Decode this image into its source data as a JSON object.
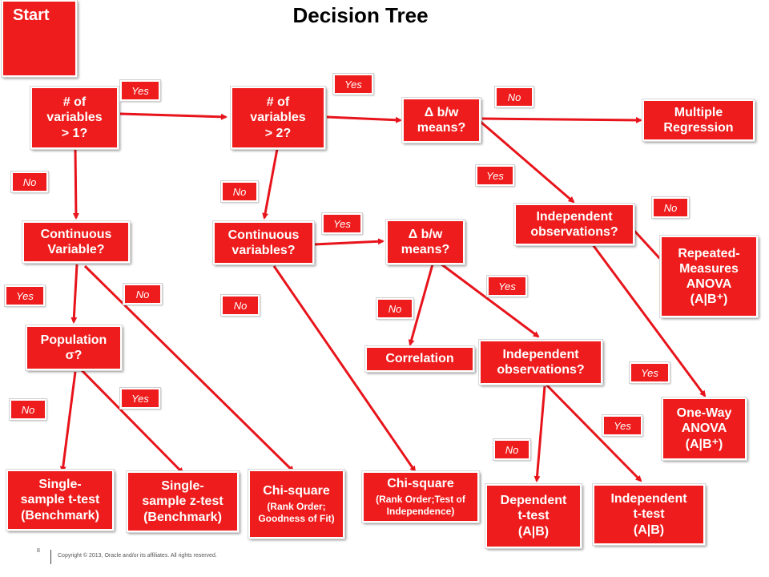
{
  "title": "Decision Tree",
  "start_label": "Start",
  "nodes": {
    "n1": {
      "line1": "# of",
      "line2": "variables",
      "line3": "> 1?"
    },
    "n2": {
      "line1": "# of",
      "line2": "variables",
      "line3": "> 2?"
    },
    "n3": {
      "line1": "Δ  b/w",
      "line2": "means?"
    },
    "multiple_regression": {
      "line1": "Multiple",
      "line2": "Regression"
    },
    "indep_obs_1": {
      "line1": "Independent",
      "line2": "observations?"
    },
    "repeated_anova": {
      "line1": "Repeated-",
      "line2": "Measures",
      "line3": "ANOVA",
      "line4": "(A|B⁺)"
    },
    "continuous_variable": {
      "line1": "Continuous",
      "line2": "Variable?"
    },
    "continuous_variables": {
      "line1": "Continuous",
      "line2": "variables?"
    },
    "delta_means_2": {
      "line1": "Δ  b/w",
      "line2": "means?"
    },
    "population_sigma": {
      "line1": "Population",
      "line2": "σ?"
    },
    "correlation": {
      "line1": "Correlation"
    },
    "indep_obs_2": {
      "line1": "Independent",
      "line2": "observations?"
    },
    "one_way_anova": {
      "line1": "One-Way",
      "line2": "ANOVA",
      "line3": "(A|B⁺)"
    },
    "single_t": {
      "line1": "Single-",
      "line2": "sample t-test",
      "line3": "(Benchmark)"
    },
    "single_z": {
      "line1": "Single-",
      "line2": "sample z-test",
      "line3": "(Benchmark)"
    },
    "chi_square_1": {
      "line1": "Chi-square",
      "sub": "(Rank Order; Goodness of Fit)"
    },
    "chi_square_2": {
      "line1": "Chi-square",
      "sub": "(Rank Order;Test of Independence)"
    },
    "dependent_t": {
      "line1": "Dependent",
      "line2": "t-test",
      "line3": "(A|B)"
    },
    "independent_t": {
      "line1": "Independent",
      "line2": "t-test",
      "line3": "(A|B)"
    }
  },
  "edge_labels": {
    "yes": "Yes",
    "no": "No"
  },
  "footer": {
    "page": "8",
    "copyright": "Copyright © 2013, Oracle and/or its affiliates. All rights reserved."
  },
  "colors": {
    "node": "#ee1c1c",
    "arrow": "#e8141b"
  }
}
